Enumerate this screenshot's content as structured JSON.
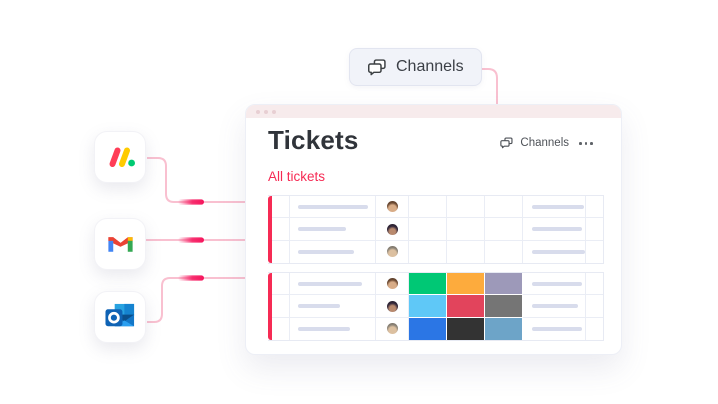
{
  "floating_button": {
    "label": "Channels",
    "icon": "channels-bubbles-icon"
  },
  "apps": [
    {
      "name": "monday.com",
      "icon": "monday-icon"
    },
    {
      "name": "Gmail",
      "icon": "gmail-icon"
    },
    {
      "name": "Outlook",
      "icon": "outlook-icon"
    }
  ],
  "window": {
    "title": "Tickets",
    "titlebar_dots": 3,
    "toolbar": {
      "channels_label": "Channels",
      "menu_icon": "ellipsis-icon"
    },
    "section_label": "All tickets"
  },
  "colors": {
    "accent": "#f62b54",
    "section_label": "#f62b54",
    "connector_line": "#f9c0d0",
    "connector_pulse": "#f6145c",
    "titlebar": "#f7ebec",
    "skeleton": "#d8dcec"
  },
  "board": {
    "groups": [
      {
        "rows": [
          {
            "avatar": "a1",
            "name_w": 70,
            "tail_w": 52,
            "statuses": [
              "",
              "",
              ""
            ]
          },
          {
            "avatar": "a2",
            "name_w": 48,
            "tail_w": 50,
            "statuses": [
              "",
              "",
              ""
            ]
          },
          {
            "avatar": "a3",
            "name_w": 56,
            "tail_w": 54,
            "statuses": [
              "",
              "",
              ""
            ]
          }
        ]
      },
      {
        "rows": [
          {
            "avatar": "a1",
            "name_w": 64,
            "tail_w": 50,
            "statuses": [
              "#00c875",
              "#fdab3d",
              "#9d99b9"
            ]
          },
          {
            "avatar": "a2",
            "name_w": 42,
            "tail_w": 46,
            "statuses": [
              "#5fc8f7",
              "#e2445c",
              "#757575"
            ]
          },
          {
            "avatar": "a3",
            "name_w": 52,
            "tail_w": 50,
            "statuses": [
              "#2b76e5",
              "#333333",
              "#6da4c8"
            ]
          }
        ]
      }
    ]
  }
}
